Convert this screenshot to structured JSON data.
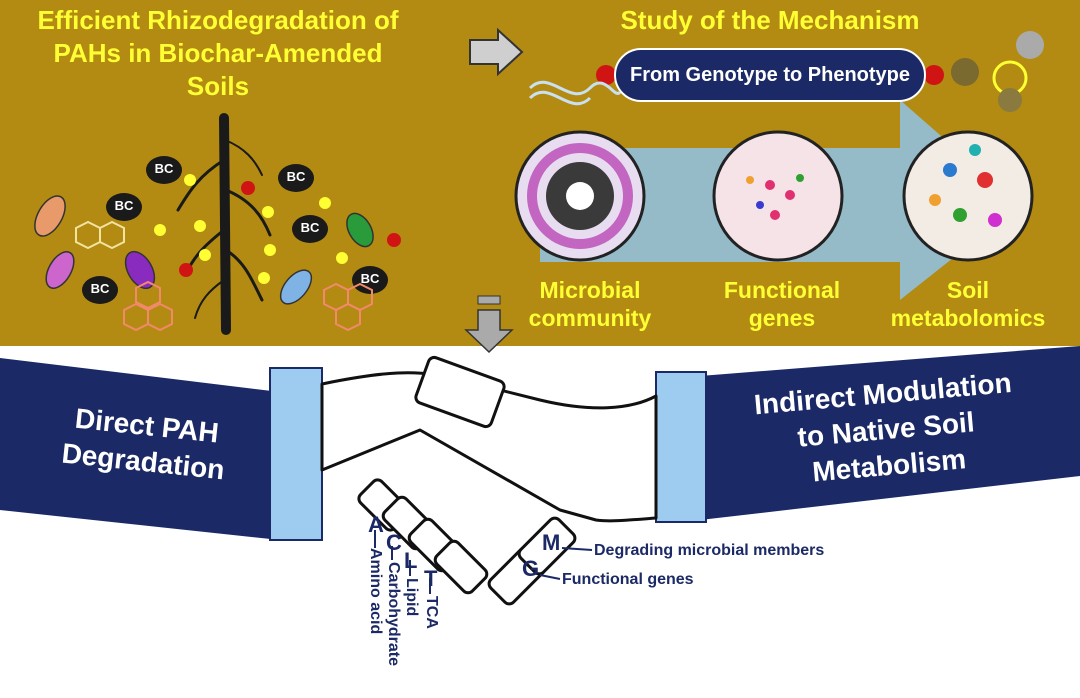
{
  "top_left": {
    "title": "Efficient Rhizodegradation of\nPAHs in Biochar-Amended\nSoils",
    "bc_label": "BC"
  },
  "top_right": {
    "title": "Study of the Mechanism",
    "pill": "From Genotype to Phenotype",
    "circles": [
      {
        "label": "Microbial\ncommunity"
      },
      {
        "label": "Functional\ngenes"
      },
      {
        "label": "Soil\nmetabolomics"
      }
    ]
  },
  "bottom": {
    "left_panel": "Direct PAH\nDegradation",
    "right_panel": "Indirect Modulation\nto Native Soil\nMetabolism",
    "finger_letters": [
      "A",
      "C",
      "L",
      "T",
      "G",
      "M"
    ],
    "annotations": {
      "M": "Degrading microbial members",
      "G": "Functional genes",
      "A": "Amino acid",
      "C": "Carbohydrate",
      "L": "Lipid",
      "T": "TCA"
    }
  },
  "colors": {
    "background_top": "#b38a12",
    "text_yellow": "#ffff33",
    "navy": "#1b2a66",
    "cuff_blue": "#9ecbf0",
    "arrow_blue": "#8fc3ea"
  }
}
